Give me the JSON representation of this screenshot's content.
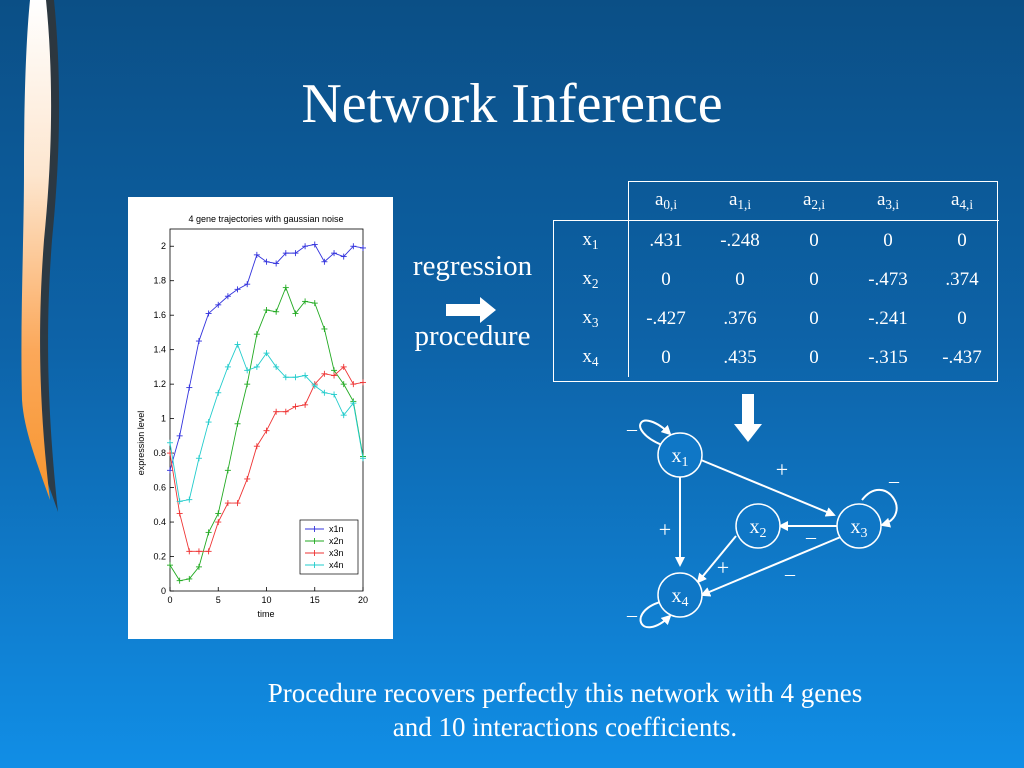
{
  "slide": {
    "title": "Network Inference",
    "caption_line1": "Procedure recovers perfectly this network with 4 genes",
    "caption_line2": "and 10 interactions coefficients.",
    "regression_label": "regression",
    "procedure_label": "procedure"
  },
  "colors": {
    "background_top": "#0b4f86",
    "background_bottom": "#118ee6",
    "ribbon": "#f7952e",
    "x1n": "#3333dd",
    "x2n": "#22aa22",
    "x3n": "#ee3333",
    "x4n": "#22cccc"
  },
  "chart_data": {
    "type": "line",
    "title": "4 gene trajectories with gaussian noise",
    "xlabel": "time",
    "ylabel": "expression level",
    "xlim": [
      0,
      20
    ],
    "ylim": [
      0,
      2.1
    ],
    "xticks": [
      0,
      5,
      10,
      15,
      20
    ],
    "yticks": [
      0,
      0.2,
      0.4,
      0.6,
      0.8,
      1,
      1.2,
      1.4,
      1.6,
      1.8,
      2
    ],
    "grid": false,
    "legend_position": "lower-right",
    "marker": "+",
    "x": [
      0,
      1,
      2,
      3,
      4,
      5,
      6,
      7,
      8,
      9,
      10,
      11,
      12,
      13,
      14,
      15,
      16,
      17,
      18,
      19,
      20
    ],
    "series": [
      {
        "name": "x1n",
        "values": [
          0.7,
          0.9,
          1.18,
          1.45,
          1.61,
          1.66,
          1.71,
          1.75,
          1.78,
          1.95,
          1.91,
          1.9,
          1.96,
          1.96,
          2.0,
          2.01,
          1.91,
          1.96,
          1.94,
          2.0,
          1.99
        ]
      },
      {
        "name": "x2n",
        "values": [
          0.15,
          0.06,
          0.07,
          0.14,
          0.34,
          0.45,
          0.7,
          0.97,
          1.2,
          1.49,
          1.63,
          1.62,
          1.76,
          1.61,
          1.68,
          1.67,
          1.52,
          1.28,
          1.2,
          1.1,
          0.78
        ]
      },
      {
        "name": "x3n",
        "values": [
          0.8,
          0.45,
          0.23,
          0.23,
          0.23,
          0.4,
          0.51,
          0.51,
          0.65,
          0.84,
          0.93,
          1.04,
          1.04,
          1.07,
          1.08,
          1.2,
          1.26,
          1.25,
          1.3,
          1.2,
          1.21
        ]
      },
      {
        "name": "x4n",
        "values": [
          0.86,
          0.52,
          0.53,
          0.77,
          0.98,
          1.15,
          1.3,
          1.43,
          1.28,
          1.3,
          1.38,
          1.3,
          1.24,
          1.24,
          1.25,
          1.19,
          1.15,
          1.14,
          1.02,
          1.09,
          0.77
        ]
      }
    ]
  },
  "table": {
    "header": [
      "a_0,i",
      "a_1,i",
      "a_2,i",
      "a_3,i",
      "a_4,i"
    ],
    "header_main": [
      "a",
      "a",
      "a",
      "a",
      "a"
    ],
    "header_sub": [
      "0,i",
      "1,i",
      "2,i",
      "3,i",
      "4,i"
    ],
    "row_main": [
      "x",
      "x",
      "x",
      "x"
    ],
    "row_sub": [
      "1",
      "2",
      "3",
      "4"
    ],
    "rows": [
      [
        ".431",
        "-.248",
        "0",
        "0",
        "0"
      ],
      [
        "0",
        "0",
        "0",
        "-.473",
        ".374"
      ],
      [
        "-.427",
        ".376",
        "0",
        "-.241",
        "0"
      ],
      [
        "0",
        ".435",
        "0",
        "-.315",
        "-.437"
      ]
    ]
  },
  "network": {
    "nodes": [
      {
        "main": "x",
        "sub": "1"
      },
      {
        "main": "x",
        "sub": "2"
      },
      {
        "main": "x",
        "sub": "3"
      },
      {
        "main": "x",
        "sub": "4"
      }
    ],
    "signs": {
      "x1_self": "–",
      "x1_to_x3": "+",
      "x3_self": "–",
      "x1_to_x4": "+",
      "x3_to_x2": "–",
      "x2_to_x4": "+",
      "x3_to_x4": "–",
      "x4_self": "–"
    }
  }
}
